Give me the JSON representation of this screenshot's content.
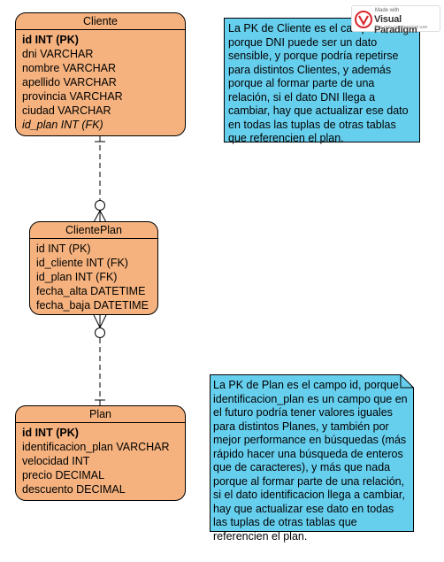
{
  "entities": {
    "cliente": {
      "title": "Cliente",
      "rows": [
        "id INT (PK)",
        "dni VARCHAR",
        "nombre VARCHAR",
        "apellido VARCHAR",
        "provincia VARCHAR",
        "ciudad VARCHAR",
        "id_plan INT (FK)"
      ]
    },
    "cliente_plan": {
      "title": "ClientePlan",
      "rows": [
        "id INT (PK)",
        "id_cliente INT (FK)",
        "id_plan INT (FK)",
        "fecha_alta DATETIME",
        "fecha_baja DATETIME"
      ]
    },
    "plan": {
      "title": "Plan",
      "rows": [
        "id INT (PK)",
        "identificacion_plan VARCHAR",
        "velocidad INT",
        "precio DECIMAL",
        "descuento DECIMAL"
      ]
    }
  },
  "notes": {
    "cliente_note": "La PK de Cliente es el campo id, porque DNI puede ser un dato sensible, y porque podría repetirse para distintos Clientes, y además porque al formar parte de una relación, si el dato DNI llega a cambiar, hay que actualizar ese dato en todas las tuplas de otras tablas que referencien el plan.",
    "plan_note": "La PK de Plan es el campo id, porque identificacion_plan es un campo que en el futuro podría tener valores iguales para distintos Planes, y también por mejor performance en búsquedas (más rápido hacer una búsqueda de enteros que de caracteres), y más que nada porque al formar parte de una relación, si el dato identificacion llega a cambiar, hay que actualizar ese dato en todas las tuplas de otras tablas que referencien el plan."
  },
  "watermark": {
    "made_with": "Made with",
    "brand": "Visual Paradigm",
    "license": "For non-commercial use"
  },
  "colors": {
    "entity_fill": "#f5b27e",
    "note_fill": "#67cfee",
    "logo_red": "#d9282f"
  }
}
